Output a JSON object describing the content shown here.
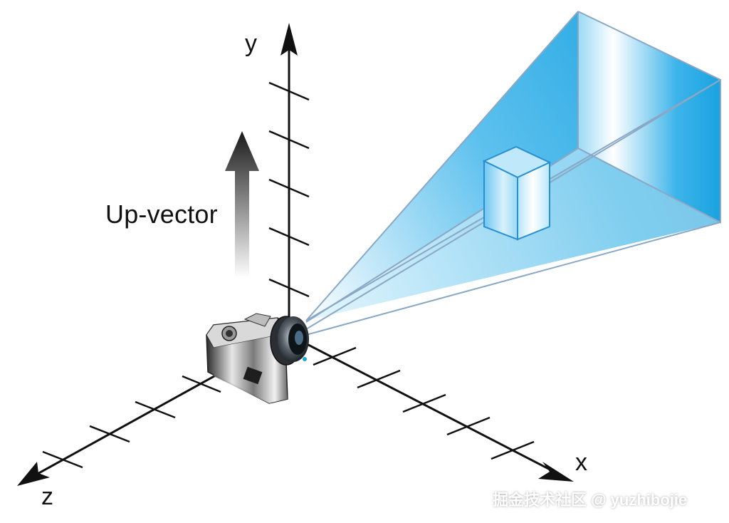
{
  "axes": {
    "x_label": "x",
    "y_label": "y",
    "z_label": "z"
  },
  "up_vector": {
    "label": "Up-vector"
  },
  "watermark": {
    "text": "掘金技术社区 @ yuzhibojie"
  },
  "colors": {
    "frustum": "#1aa3e0",
    "axis": "#111111",
    "cube_edge": "#2a8fd0"
  },
  "icons": [
    "camera-icon",
    "up-vector-arrow-icon"
  ]
}
